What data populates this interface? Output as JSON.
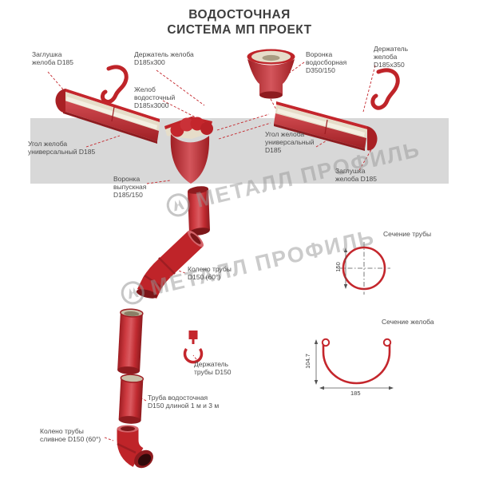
{
  "title": {
    "line1": "ВОДОСТОЧНАЯ",
    "line2": "СИСТЕМА МП ПРОЕКТ"
  },
  "watermark": {
    "text": "МЕТАЛЛ ПРОФИЛЬ"
  },
  "labels": {
    "zaglushka_left": {
      "l1": "Заглушка",
      "l2": "желоба D185"
    },
    "derzhatel_zheloba_300": {
      "l1": "Держатель желоба",
      "l2": "D185х300"
    },
    "voronka_vodosbornaya": {
      "l1": "Воронка",
      "l2": "водосборная",
      "l3": "D350/150"
    },
    "derzhatel_zheloba_350": {
      "l1": "Держатель",
      "l2": "желоба",
      "l3": "D185х350"
    },
    "zhelob_vodostochny": {
      "l1": "Желоб",
      "l2": "водосточный",
      "l3": "D185х3000"
    },
    "ugol_left": {
      "l1": "Угол желоба",
      "l2": "универсальный D185"
    },
    "ugol_right": {
      "l1": "Угол желоба",
      "l2": "универсальный",
      "l3": "D185"
    },
    "zaglushka_right": {
      "l1": "Заглушка",
      "l2": "желоба D185"
    },
    "voronka_vypusknaya": {
      "l1": "Воронка",
      "l2": "выпускная",
      "l3": "D185/150"
    },
    "koleno_truby": {
      "l1": "Колено трубы",
      "l2": "D150 (60°)"
    },
    "sechenie_truby": "Сечение трубы",
    "sechenie_zheloba": "Сечение желоба",
    "derzhatel_truby": {
      "l1": "Держатель",
      "l2": "трубы D150"
    },
    "truba_vodostochnaya": {
      "l1": "Труба водосточная",
      "l2": "D150 длиной 1 м и 3 м"
    },
    "koleno_slivnoe": {
      "l1": "Колено трубы",
      "l2": "сливное D150 (60°)"
    }
  },
  "dimensions": {
    "pipe_diameter": "150",
    "gutter_width": "185",
    "gutter_height": "104.7"
  },
  "colors": {
    "red": "#c4262c",
    "red_dark": "#8e1b1f",
    "roof_gray": "#d8d8d8",
    "cream": "#e6ddc9"
  }
}
